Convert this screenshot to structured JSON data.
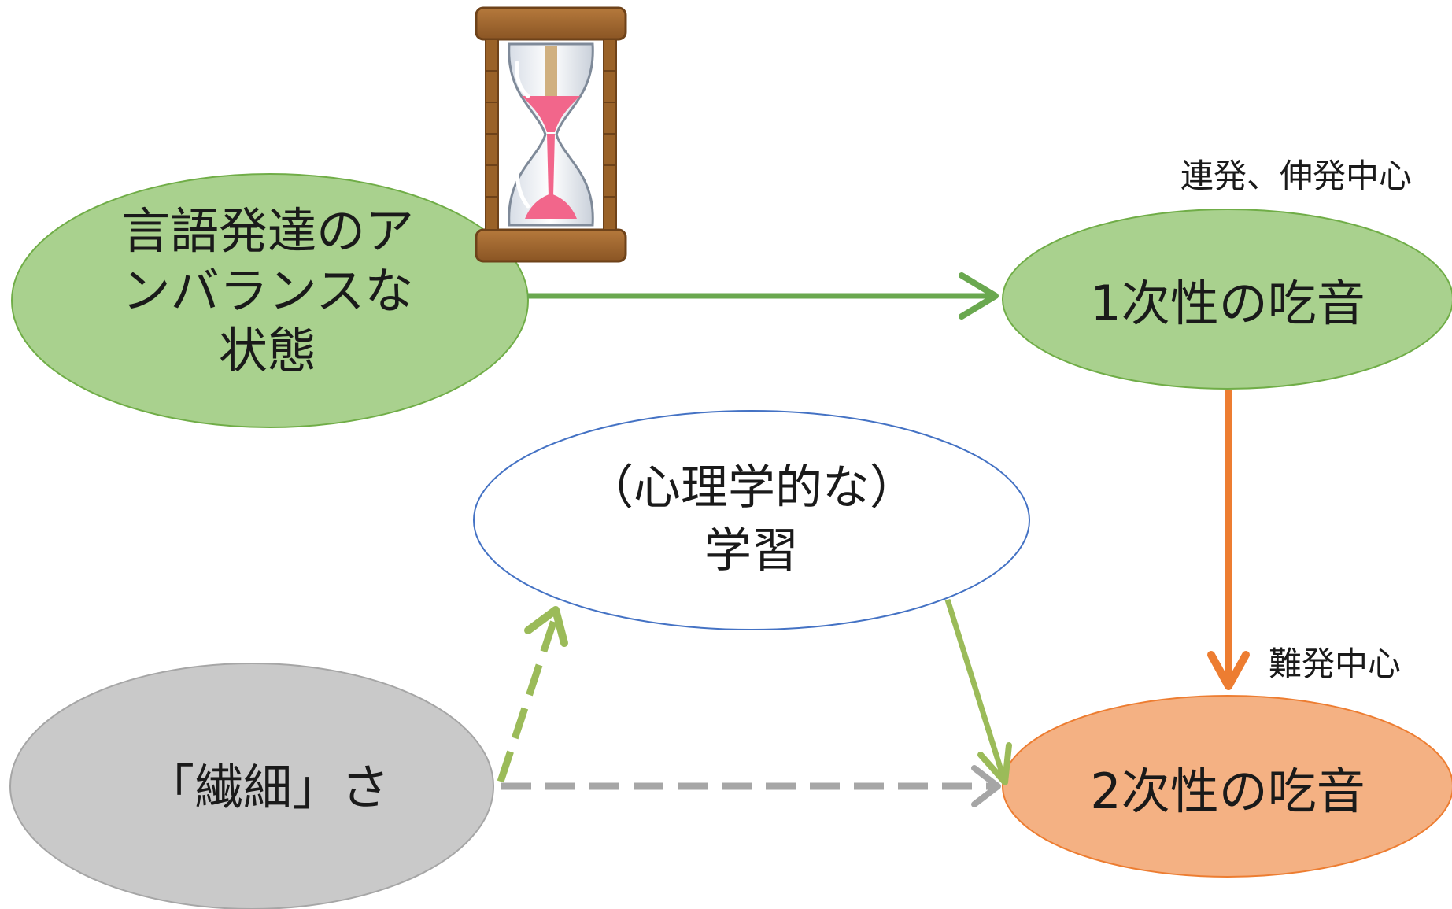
{
  "nodes": {
    "imbalance": {
      "label": "言語発達のア\nンバランスな\n状態",
      "fill": "#a9d18e",
      "stroke": "#70ad47"
    },
    "primary": {
      "label": "1次性の吃音",
      "fill": "#a9d18e",
      "stroke": "#70ad47"
    },
    "learning": {
      "label": "（心理学的な）\n学習",
      "fill": "#ffffff",
      "stroke": "#4472c4"
    },
    "sensitivity": {
      "label": "「繊細」さ",
      "fill": "#c9c9c9",
      "stroke": "#a6a6a6"
    },
    "secondary": {
      "label": "2次性の吃音",
      "fill": "#f4b183",
      "stroke": "#ed7d31"
    }
  },
  "notes": {
    "primary": "連発、伸発中心",
    "secondary": "難発中心"
  },
  "edges": [
    {
      "from": "imbalance",
      "to": "primary",
      "style": "solid",
      "color": "#6aa84f"
    },
    {
      "from": "primary",
      "to": "secondary",
      "style": "solid",
      "color": "#ed7d31"
    },
    {
      "from": "learning",
      "to": "secondary",
      "style": "solid",
      "color": "#9bbb59"
    },
    {
      "from": "sensitivity",
      "to": "learning",
      "style": "dashed",
      "color": "#9bbb59"
    },
    {
      "from": "sensitivity",
      "to": "secondary",
      "style": "dashed",
      "color": "#a6a6a6"
    }
  ],
  "icons": {
    "time": "hourglass-icon"
  }
}
